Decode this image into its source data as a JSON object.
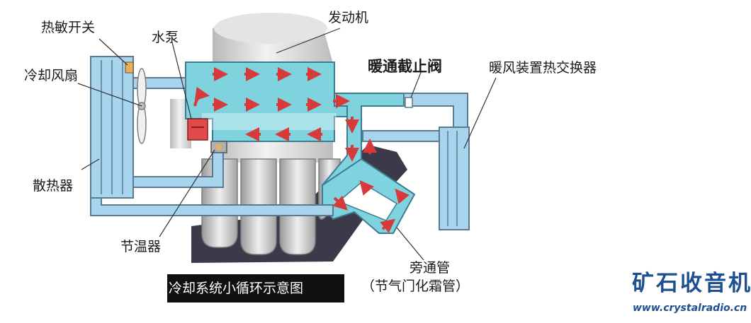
{
  "labels": {
    "thermo_switch": "热敏开关",
    "water_pump": "水泵",
    "engine": "发动机",
    "heater_valve": "暖通截止阀",
    "heater_core": "暖风装置热交换器",
    "cooling_fan": "冷却风扇",
    "radiator": "散热器",
    "thermostat": "节温器",
    "bypass_pipe": "旁通管",
    "bypass_pipe_note": "（节气门化霜管）"
  },
  "caption": "冷却系统小循环示意图",
  "watermark": {
    "brand": "矿石收音机",
    "url": "www.crystalradio.cn"
  },
  "colors": {
    "coolant": "#7fd3de",
    "coolant_outline": "#3b7c93",
    "pipe": "#a9d4ee",
    "pipe_outline": "#5a7a92",
    "arrow": "#d63a3a",
    "engine_block": "#d9d9d9",
    "intake": "#3a3a4a",
    "brand": "#1d4f91"
  }
}
